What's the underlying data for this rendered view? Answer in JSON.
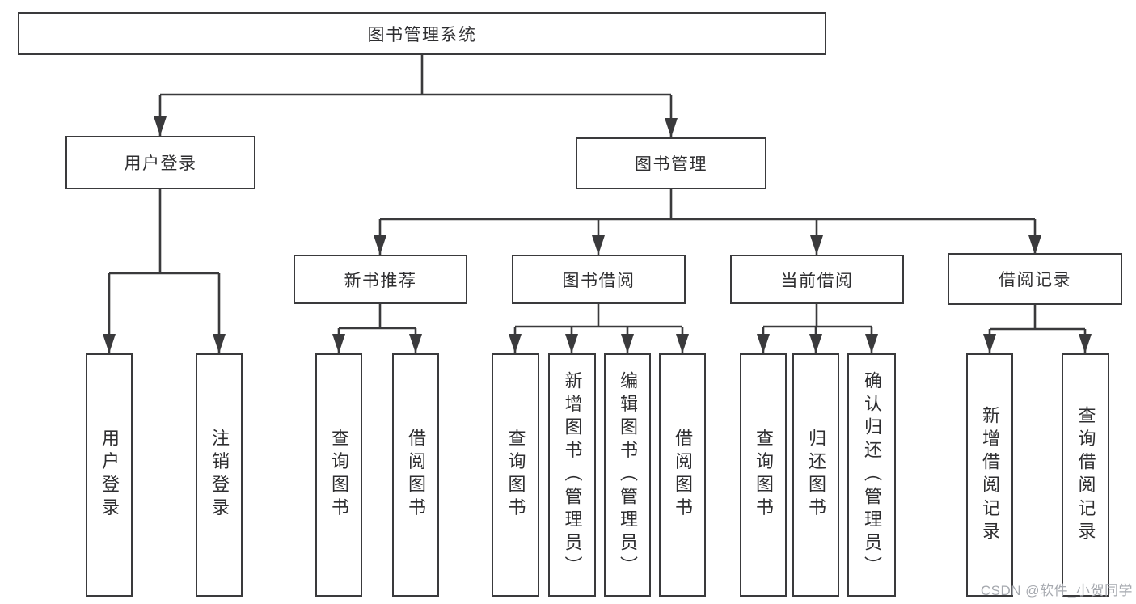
{
  "tree": {
    "label": "图书管理系统",
    "children": [
      {
        "label": "用户登录",
        "children": [
          {
            "label": "用户登录"
          },
          {
            "label": "注销登录"
          }
        ]
      },
      {
        "label": "图书管理",
        "children": [
          {
            "label": "新书推荐",
            "children": [
              {
                "label": "查询图书"
              },
              {
                "label": "借阅图书"
              }
            ]
          },
          {
            "label": "图书借阅",
            "children": [
              {
                "label": "查询图书"
              },
              {
                "label": "新增图书（管理员）"
              },
              {
                "label": "编辑图书（管理员）"
              },
              {
                "label": "借阅图书"
              }
            ]
          },
          {
            "label": "当前借阅",
            "children": [
              {
                "label": "查询图书"
              },
              {
                "label": "归还图书"
              },
              {
                "label": "确认归还（管理员）"
              }
            ]
          },
          {
            "label": "借阅记录",
            "children": [
              {
                "label": "新增借阅记录"
              },
              {
                "label": "查询借阅记录"
              }
            ]
          }
        ]
      }
    ]
  },
  "watermark": "CSDN @软件_小贺同学",
  "colors": {
    "line": "#3a3a3c",
    "text": "#2e2e30",
    "box_background": "#ffffff",
    "watermark": "#a6a9af",
    "background": "#ffffff"
  }
}
